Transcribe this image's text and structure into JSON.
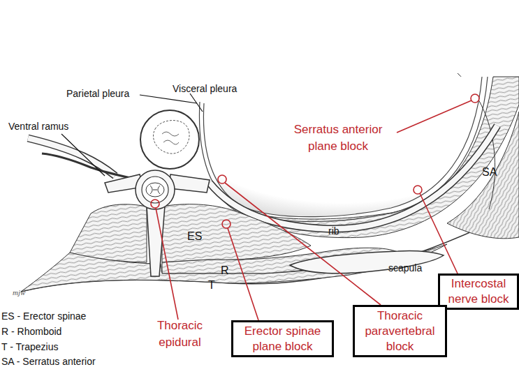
{
  "diagram": {
    "nodes": [
      {
        "text": [
          "Intercostal nerve block"
        ]
      },
      {
        "text": [
          "Thoracic paravertebral block"
        ]
      },
      {
        "text": [
          "Erector spinae plane block"
        ]
      }
    ],
    "labels": [
      "Parietal pleura",
      "Visceral pleura",
      "Ventral ramus",
      "Serratus anterior plane block",
      "SA",
      "ES",
      "rib",
      "scapula",
      "R",
      "T",
      "mjw",
      "Thoracic epidural",
      "ES - Erector spinae",
      "R - Rhomboid",
      "T - Trapezius",
      "SA - Serratus anterior"
    ]
  }
}
